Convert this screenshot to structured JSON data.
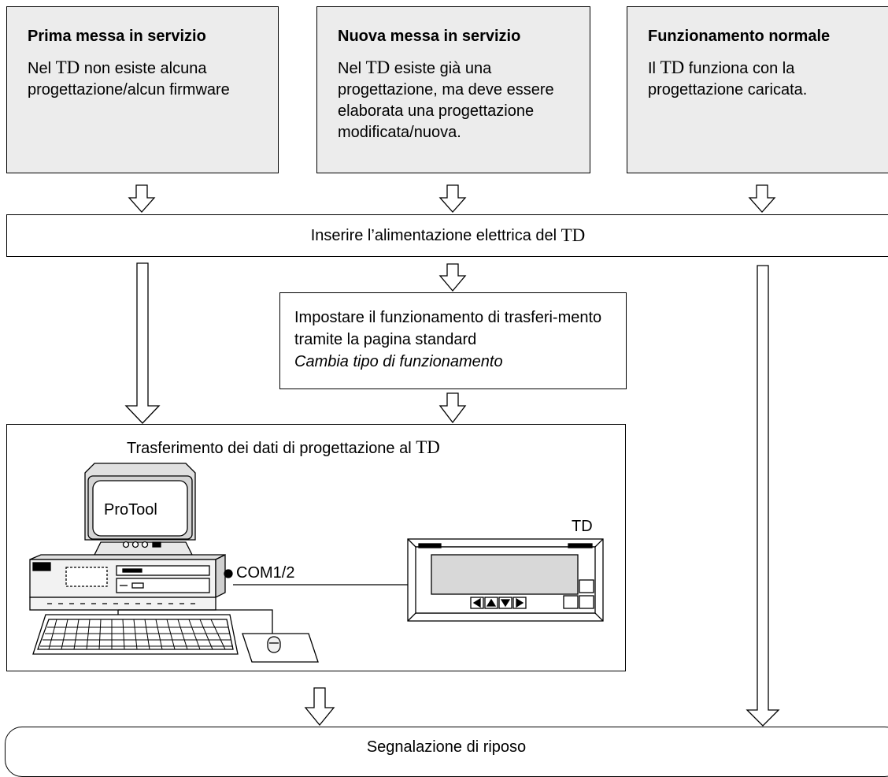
{
  "boxes": [
    {
      "title": "Prima messa in servizio",
      "text_a": "Nel ",
      "td": "TD",
      "text_b": " non esiste alcuna progettazione/alcun firmware"
    },
    {
      "title": "Nuova messa in servizio",
      "text_a": "Nel ",
      "td": "TD",
      "text_b": " esiste già una progettazione, ma deve essere elaborata una progettazione modificata/nuova."
    },
    {
      "title": "Funzionamento normale",
      "text_a": "Il ",
      "td": "TD",
      "text_b": " funziona con la progettazione caricata."
    }
  ],
  "power_on": {
    "text": "Inserire l’alimentazione elettrica del ",
    "td": "TD"
  },
  "set_mode": {
    "text": "Impostare il funzionamento di trasferi-mento tramite la pagina standard",
    "italic": "Cambia tipo di funzionamento"
  },
  "transfer": {
    "title": "Trasferimento dei dati di progettazione al ",
    "td": "TD",
    "screen_label": "ProTool",
    "port_label": "COM1/2",
    "device_label": "TD"
  },
  "rest": {
    "text": "Segnalazione di riposo"
  }
}
